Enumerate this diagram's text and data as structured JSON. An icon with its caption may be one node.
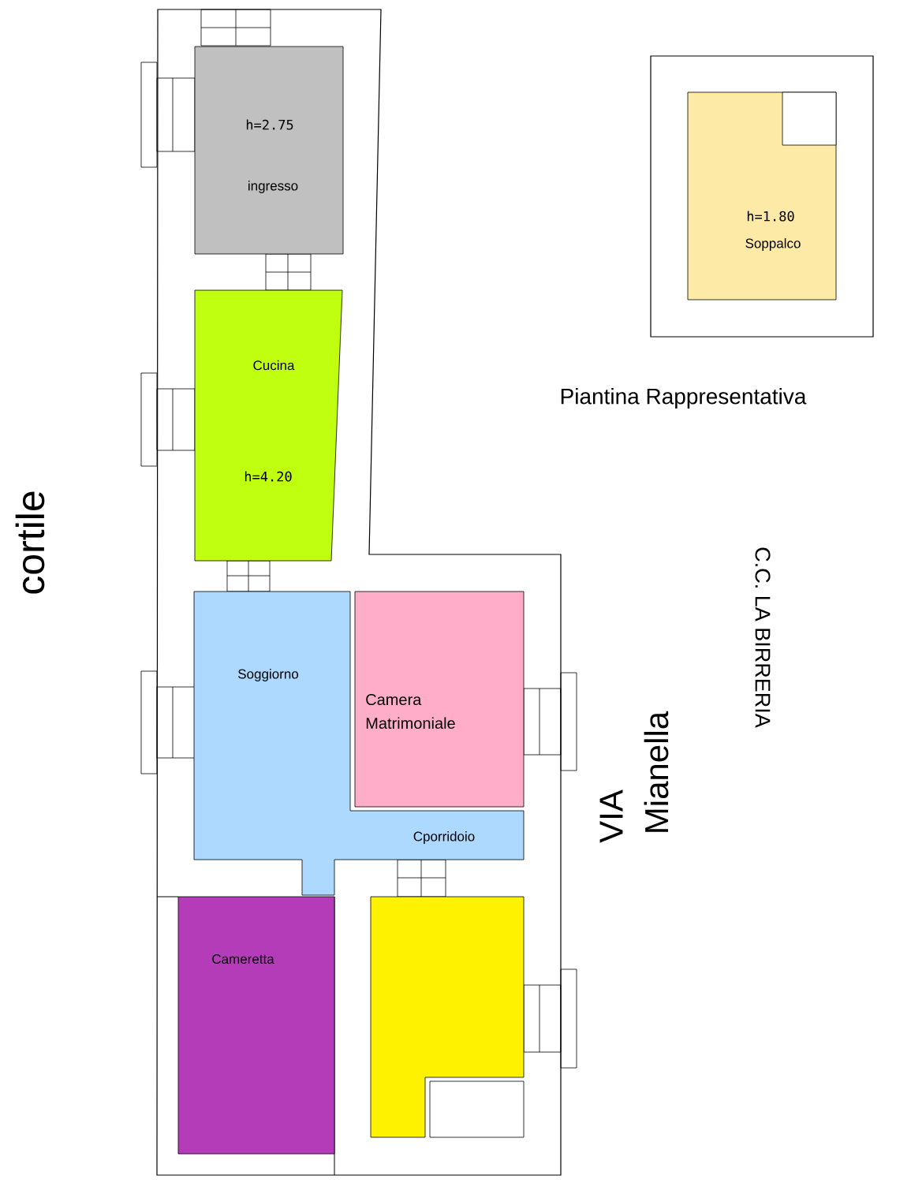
{
  "diagram": {
    "title": "Piantina Rappresentativa",
    "nodes": [
      {
        "text": [
          "h=2.75",
          "ingresso"
        ]
      },
      {
        "text": [
          "Cucina",
          "h=4.20"
        ]
      },
      {
        "text": [
          "Soggiorno",
          "Cporridoio"
        ]
      },
      {
        "text": [
          "Camera Matrimoniale"
        ]
      },
      {
        "text": [
          "Cameretta"
        ]
      },
      {
        "text": [],
        "shape": "box"
      },
      {
        "text": [
          "h=1.80",
          "Soppalco"
        ]
      }
    ],
    "labels": [
      "cortile",
      "VIA",
      "Mianella",
      "C.C. LA BIRRERIA"
    ]
  }
}
